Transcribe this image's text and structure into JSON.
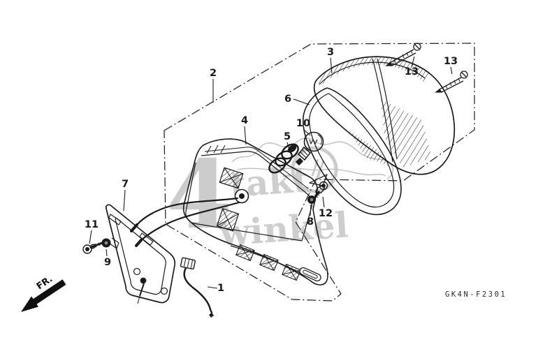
{
  "diagram": {
    "code": "GK4N-F2301",
    "front_marker": "FR.",
    "watermark": {
      "numeral": "4",
      "top": "takt",
      "bottom": "winkel"
    },
    "labels": [
      {
        "text": "1"
      },
      {
        "text": "2"
      },
      {
        "text": "3"
      },
      {
        "text": "4"
      },
      {
        "text": "5"
      },
      {
        "text": "6"
      },
      {
        "text": "7"
      },
      {
        "text": "8"
      },
      {
        "text": "9"
      },
      {
        "text": "10"
      },
      {
        "text": "11"
      },
      {
        "text": "12"
      },
      {
        "text": "13"
      },
      {
        "text": "13"
      }
    ],
    "colors": {
      "ink": "#1a1a1a",
      "watermark": "#c7c7c7",
      "background": "#ffffff"
    }
  }
}
